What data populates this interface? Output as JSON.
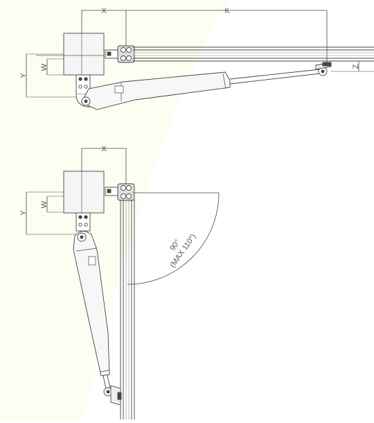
{
  "diagram": {
    "top": {
      "dim_x": "X",
      "dim_k": "K",
      "dim_y": "Y",
      "dim_w": "W",
      "dim_z": "Z"
    },
    "bottom": {
      "dim_x": "X",
      "dim_y": "Y",
      "dim_w": "W",
      "angle_label": "90°",
      "angle_max_label": "(MAX 110°)"
    },
    "colors": {
      "line": "#444444",
      "light_line": "#888888",
      "fill_panel": "#f3f3f3",
      "accent_line": "#2e7d32",
      "background_shape": "#fdfdf2"
    }
  }
}
